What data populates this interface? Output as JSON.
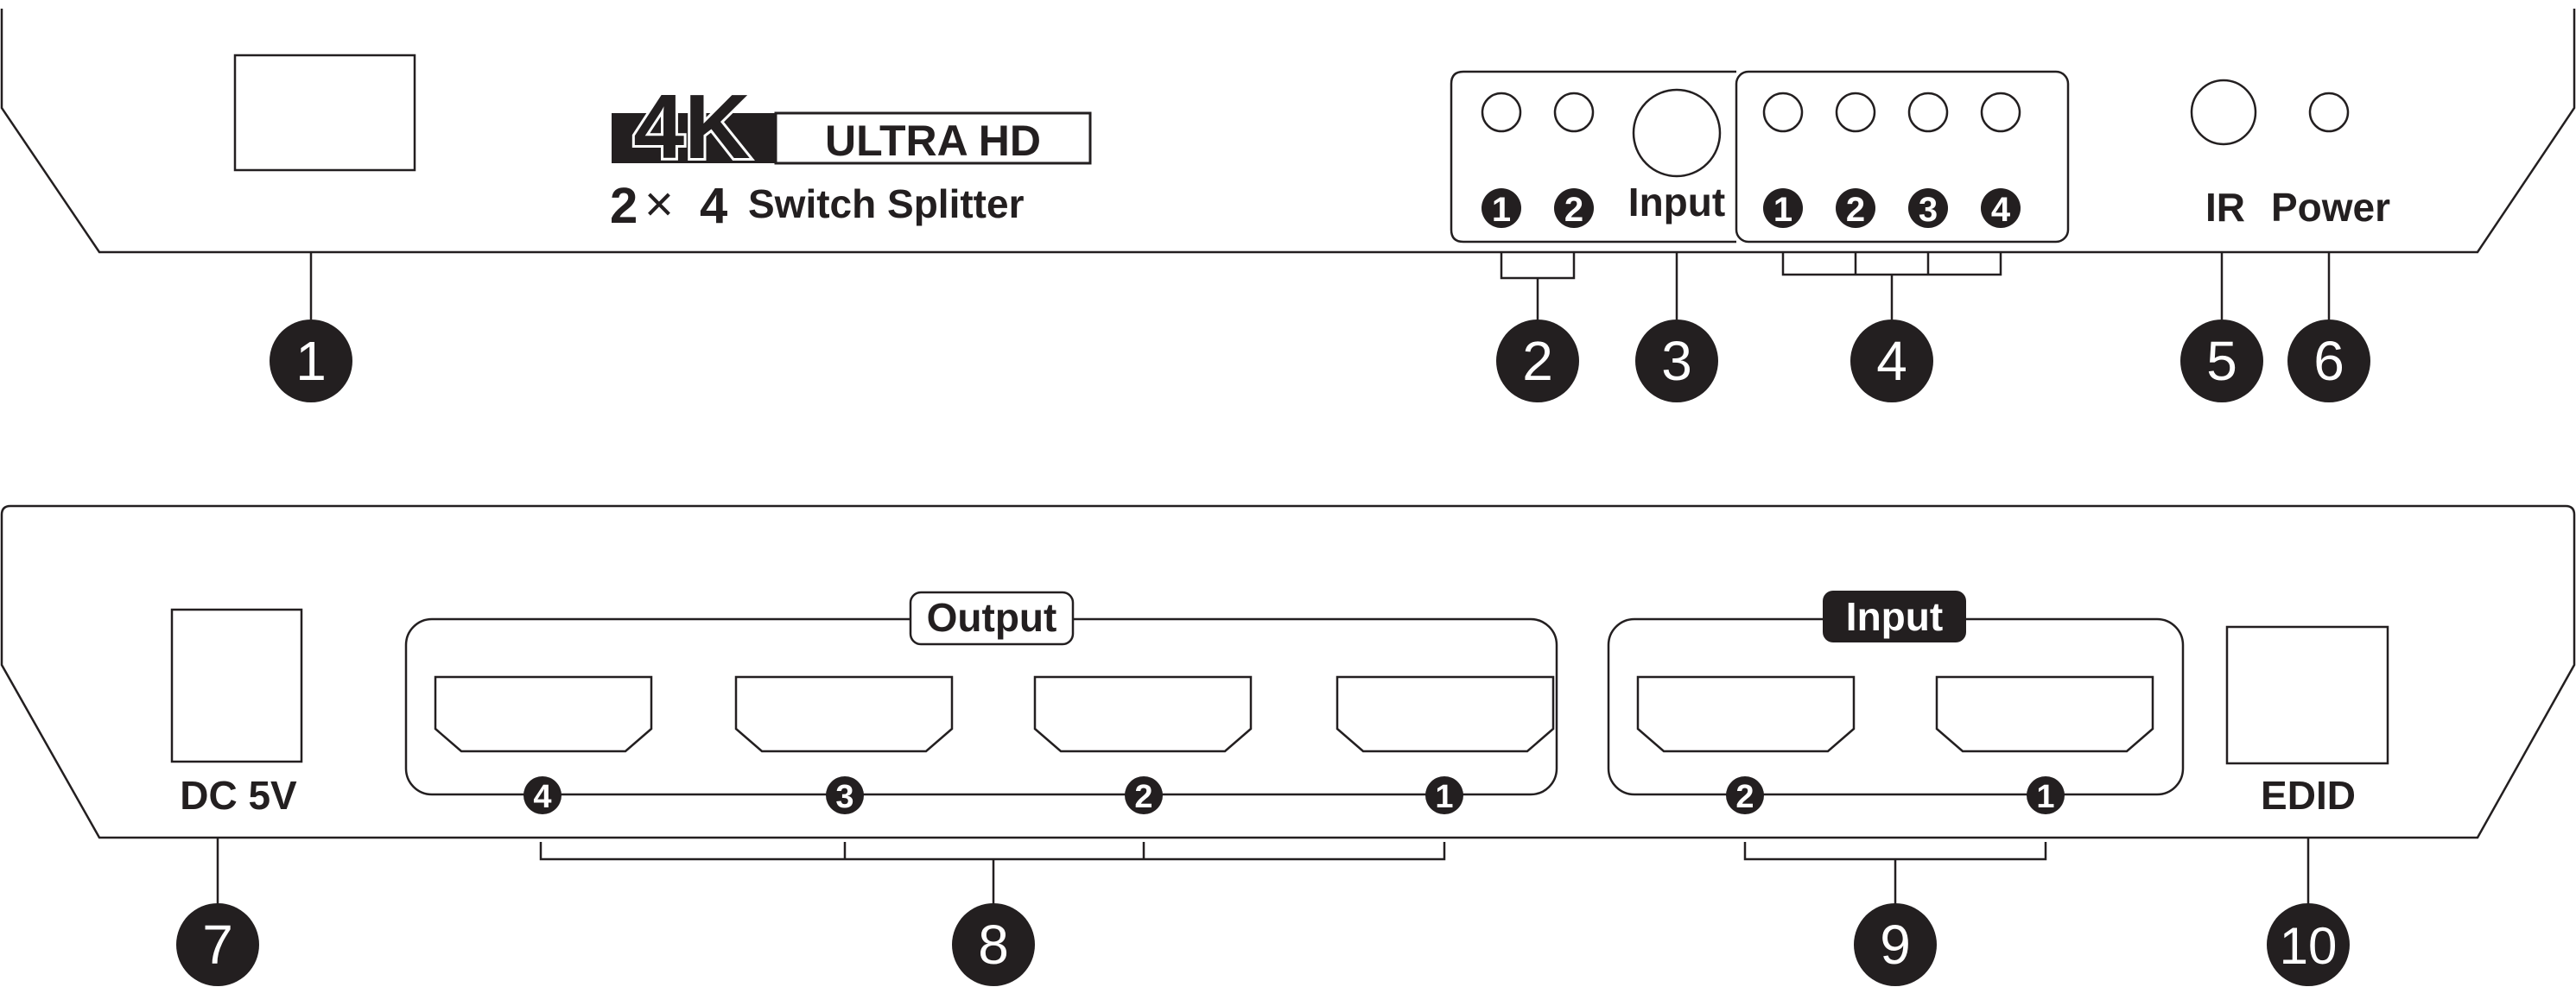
{
  "logo": {
    "big": "4K",
    "ultra": "ULTRA HD",
    "size_a": "2",
    "size_x": "×",
    "size_b": "4",
    "product": "Switch Splitter"
  },
  "front": {
    "input_led_labels": [
      "1",
      "2"
    ],
    "input_button_label": "Input",
    "output_led_labels": [
      "1",
      "2",
      "3",
      "4"
    ],
    "ir_label": "IR",
    "power_label": "Power"
  },
  "rear": {
    "dc_label": "DC 5V",
    "output_group_label": "Output",
    "output_port_labels": [
      "4",
      "3",
      "2",
      "1"
    ],
    "input_group_label": "Input",
    "input_port_labels": [
      "2",
      "1"
    ],
    "edid_label": "EDID"
  },
  "callouts": [
    "1",
    "2",
    "3",
    "4",
    "5",
    "6",
    "7",
    "8",
    "9",
    "10"
  ],
  "colors": {
    "ink": "#231f20",
    "background": "#ffffff"
  }
}
